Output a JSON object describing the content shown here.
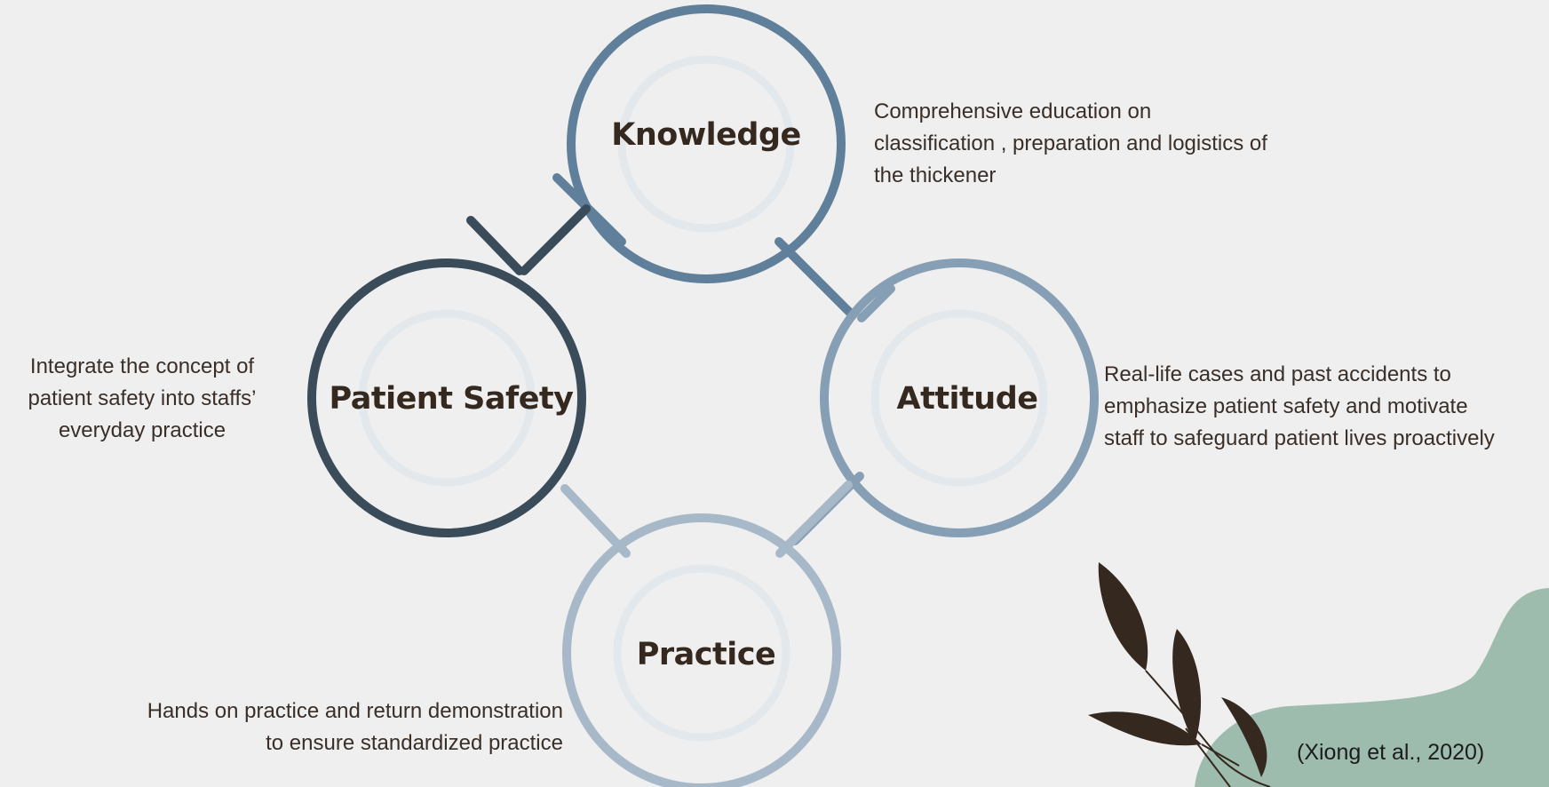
{
  "nodes": {
    "knowledge": {
      "label": "Knowledge",
      "color": "#5f7f9a"
    },
    "patient_safety": {
      "label": "Patient Safety",
      "color": "#3a4b5a"
    },
    "attitude": {
      "label": "Attitude",
      "color": "#869fb5"
    },
    "practice": {
      "label": "Practice",
      "color": "#a7b9c9"
    }
  },
  "descriptions": {
    "knowledge": [
      "Comprehensive education on",
      "classification , preparation and logistics of",
      "the thickener"
    ],
    "patient_safety": [
      "Integrate the concept of",
      "patient safety into staffs’",
      "everyday practice"
    ],
    "attitude": [
      "Real-life cases and past accidents to",
      "emphasize patient safety and motivate",
      "staff to safeguard patient lives proactively"
    ],
    "practice": [
      "Hands on practice and return demonstration",
      "to ensure standardized practice"
    ]
  },
  "citation": "(Xiong et al., 2020)",
  "colors": {
    "background": "#efefef",
    "inner_ring": "#e3e8ed",
    "blob": "#9dbcae",
    "leaf": "#34281f"
  }
}
